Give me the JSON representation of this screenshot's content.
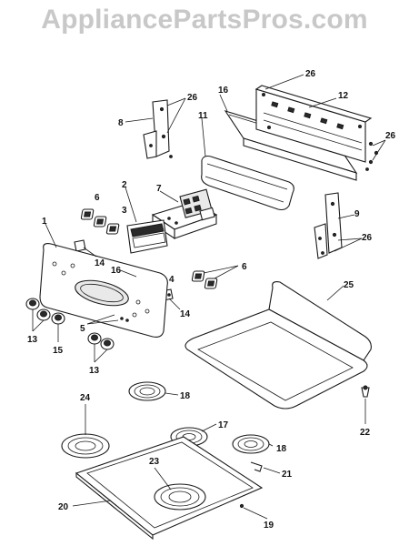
{
  "watermark": "AppliancePartsPros.com",
  "callouts": {
    "c1": "1",
    "c2": "2",
    "c3": "3",
    "c4": "4",
    "c5": "5",
    "c6a": "6",
    "c6b": "6",
    "c7": "7",
    "c8": "8",
    "c9": "9",
    "c11": "11",
    "c12": "12",
    "c13a": "13",
    "c13b": "13",
    "c14a": "14",
    "c14b": "14",
    "c15": "15",
    "c16a": "16",
    "c16b": "16",
    "c17": "17",
    "c18a": "18",
    "c18b": "18",
    "c19": "19",
    "c20": "20",
    "c21": "21",
    "c22": "22",
    "c23": "23",
    "c24": "24",
    "c25": "25",
    "c26a": "26",
    "c26b": "26",
    "c26c": "26",
    "c26d": "26"
  }
}
